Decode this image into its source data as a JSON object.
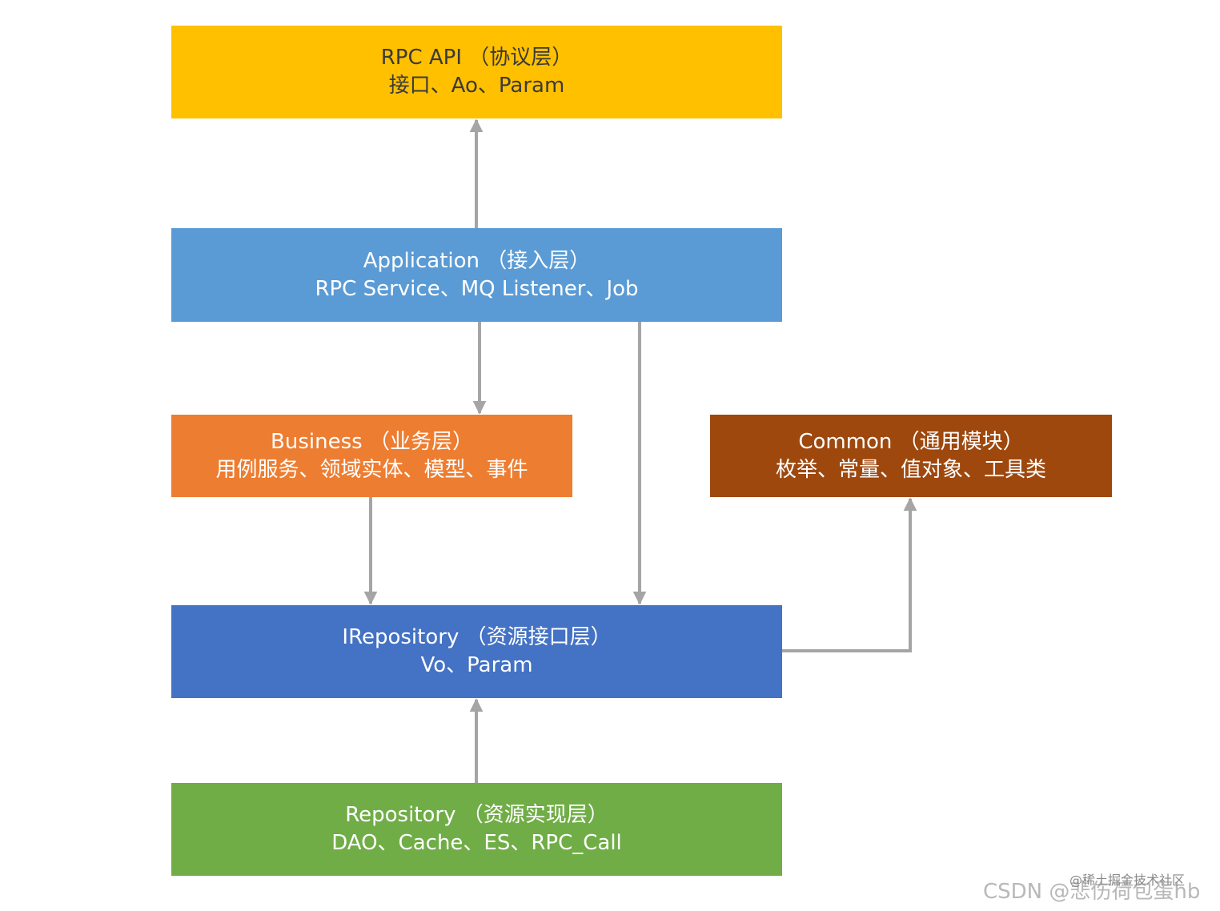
{
  "layers": {
    "rpc_api": {
      "title": "RPC API （协议层）",
      "detail": "接口、Ao、Param",
      "color": "#FFC000"
    },
    "application": {
      "title": "Application （接入层）",
      "detail": "RPC Service、MQ Listener、Job",
      "color": "#5B9BD5"
    },
    "business": {
      "title": "Business （业务层）",
      "detail": "用例服务、领域实体、模型、事件",
      "color": "#ED7D31"
    },
    "common": {
      "title": "Common （通用模块）",
      "detail": "枚举、常量、值对象、工具类",
      "color": "#9E480E"
    },
    "irepository": {
      "title": "IRepository （资源接口层）",
      "detail": "Vo、Param",
      "color": "#4472C4"
    },
    "repository": {
      "title": "Repository （资源实现层）",
      "detail": "DAO、Cache、ES、RPC_Call",
      "color": "#70AD47"
    }
  },
  "connector_color": "#A5A5A5",
  "watermarks": {
    "csdn": "CSDN @悲伤荷包蛋hb",
    "juejin": "@稀土掘金技术社区"
  }
}
